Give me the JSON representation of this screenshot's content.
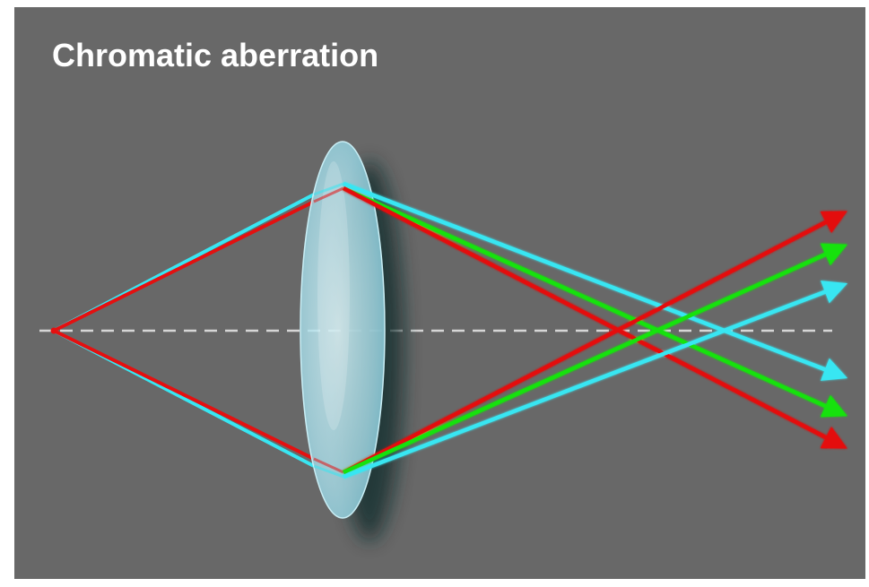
{
  "title": "Chromatic aberration",
  "colors": {
    "background": "#686868",
    "frame": "#ffffff",
    "red": "#e41010",
    "green": "#12e20e",
    "cyan": "#38e6f2",
    "axis": "#d6d6d6",
    "lens": "#b9e7f1",
    "title_text": "#ffffff"
  },
  "lens": {
    "name": "converging-lens"
  },
  "optical_axis": {
    "style": "dashed"
  },
  "rays": [
    {
      "color": "cyan",
      "order": "top-of-beam"
    },
    {
      "color": "green",
      "order": "middle"
    },
    {
      "color": "red",
      "order": "bottom-of-beam"
    }
  ],
  "focal_order_along_axis": [
    "red",
    "green",
    "cyan"
  ]
}
